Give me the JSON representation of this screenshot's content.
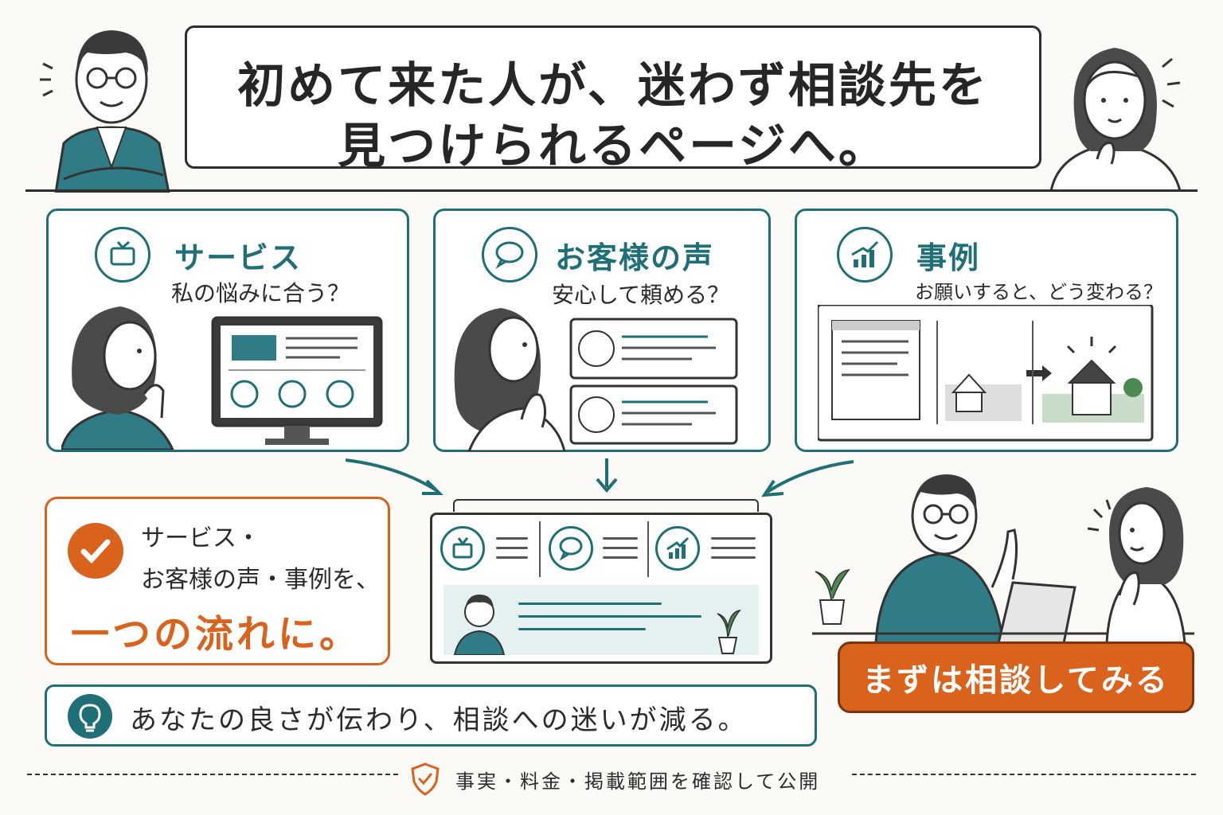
{
  "header": {
    "line1": "初めて来た人が、迷わず相談先を",
    "line2": "見つけられるページへ。"
  },
  "cards": [
    {
      "title": "サービス",
      "subtitle": "私の悩みに合う？",
      "icon": "tv-icon"
    },
    {
      "title": "お客様の声",
      "subtitle": "安心して頼める？",
      "icon": "speech-bubble-icon"
    },
    {
      "title": "事例",
      "subtitle": "お願いすると、どう変わる？",
      "icon": "chart-icon"
    }
  ],
  "summary": {
    "line1": "サービス・",
    "line2": "お客様の声・事例を、",
    "emphasis": "一つの流れに。"
  },
  "tip": {
    "text": "あなたの良さが伝わり、相談への迷いが減る。"
  },
  "cta": {
    "label": "まずは相談してみる"
  },
  "footer": {
    "text": "事実・料金・掲載範囲を確認して公開"
  },
  "colors": {
    "teal": "#1f6f76",
    "orange": "#d9621c",
    "ink": "#2b2b2b"
  }
}
